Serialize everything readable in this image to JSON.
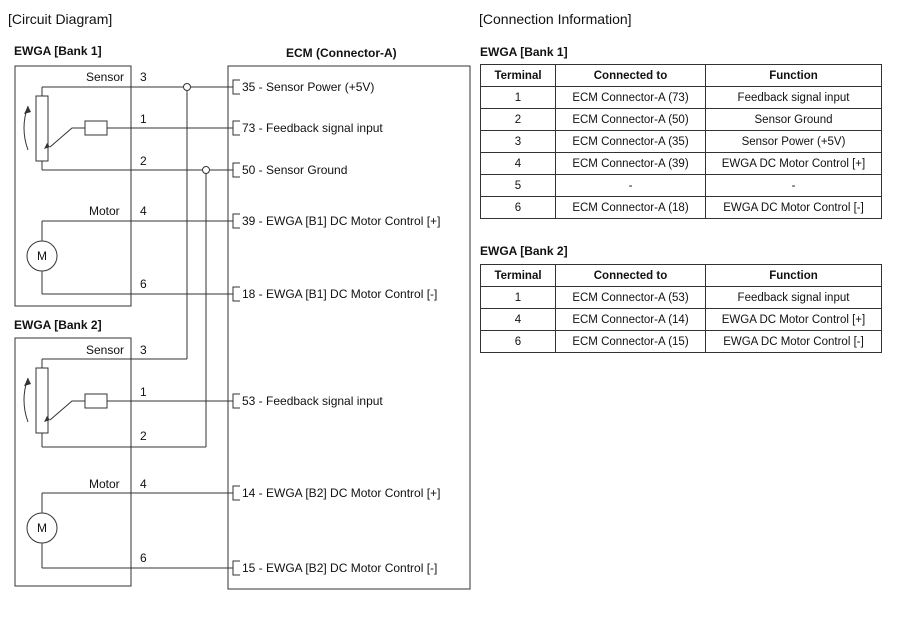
{
  "circuit": {
    "section_title": "[Circuit Diagram]",
    "bank1_title": "EWGA [Bank 1]",
    "bank2_title": "EWGA [Bank 2]",
    "ecm_title": "ECM (Connector-A)",
    "sensor_label": "Sensor",
    "motor_label": "Motor",
    "motor_symbol": "M",
    "bank1_pins": [
      "3",
      "1",
      "2",
      "4",
      "6"
    ],
    "bank2_pins": [
      "3",
      "1",
      "2",
      "4",
      "6"
    ],
    "ecm_pins": [
      "35 - Sensor Power (+5V)",
      "73 - Feedback signal  input",
      "50 - Sensor Ground",
      "39 - EWGA [B1] DC Motor Control [+]",
      "18 - EWGA [B1] DC Motor Control [-]",
      "53 - Feedback signal  input",
      "14 - EWGA [B2] DC Motor Control [+]",
      "15 - EWGA [B2] DC Motor Control [-]"
    ]
  },
  "connection": {
    "section_title": "[Connection Information]",
    "bank1": {
      "title": "EWGA [Bank 1]",
      "headers": [
        "Terminal",
        "Connected to",
        "Function"
      ],
      "rows": [
        [
          "1",
          "ECM Connector-A (73)",
          "Feedback signal  input"
        ],
        [
          "2",
          "ECM Connector-A (50)",
          "Sensor Ground"
        ],
        [
          "3",
          "ECM Connector-A (35)",
          "Sensor Power (+5V)"
        ],
        [
          "4",
          "ECM Connector-A (39)",
          "EWGA DC Motor Control [+]"
        ],
        [
          "5",
          "-",
          "-"
        ],
        [
          "6",
          "ECM Connector-A (18)",
          "EWGA DC Motor Control [-]"
        ]
      ]
    },
    "bank2": {
      "title": "EWGA [Bank 2]",
      "headers": [
        "Terminal",
        "Connected to",
        "Function"
      ],
      "rows": [
        [
          "1",
          "ECM Connector-A (53)",
          "Feedback signal  input"
        ],
        [
          "4",
          "ECM Connector-A (14)",
          "EWGA DC Motor Control [+]"
        ],
        [
          "6",
          "ECM Connector-A (15)",
          "EWGA DC Motor Control [-]"
        ]
      ]
    }
  }
}
